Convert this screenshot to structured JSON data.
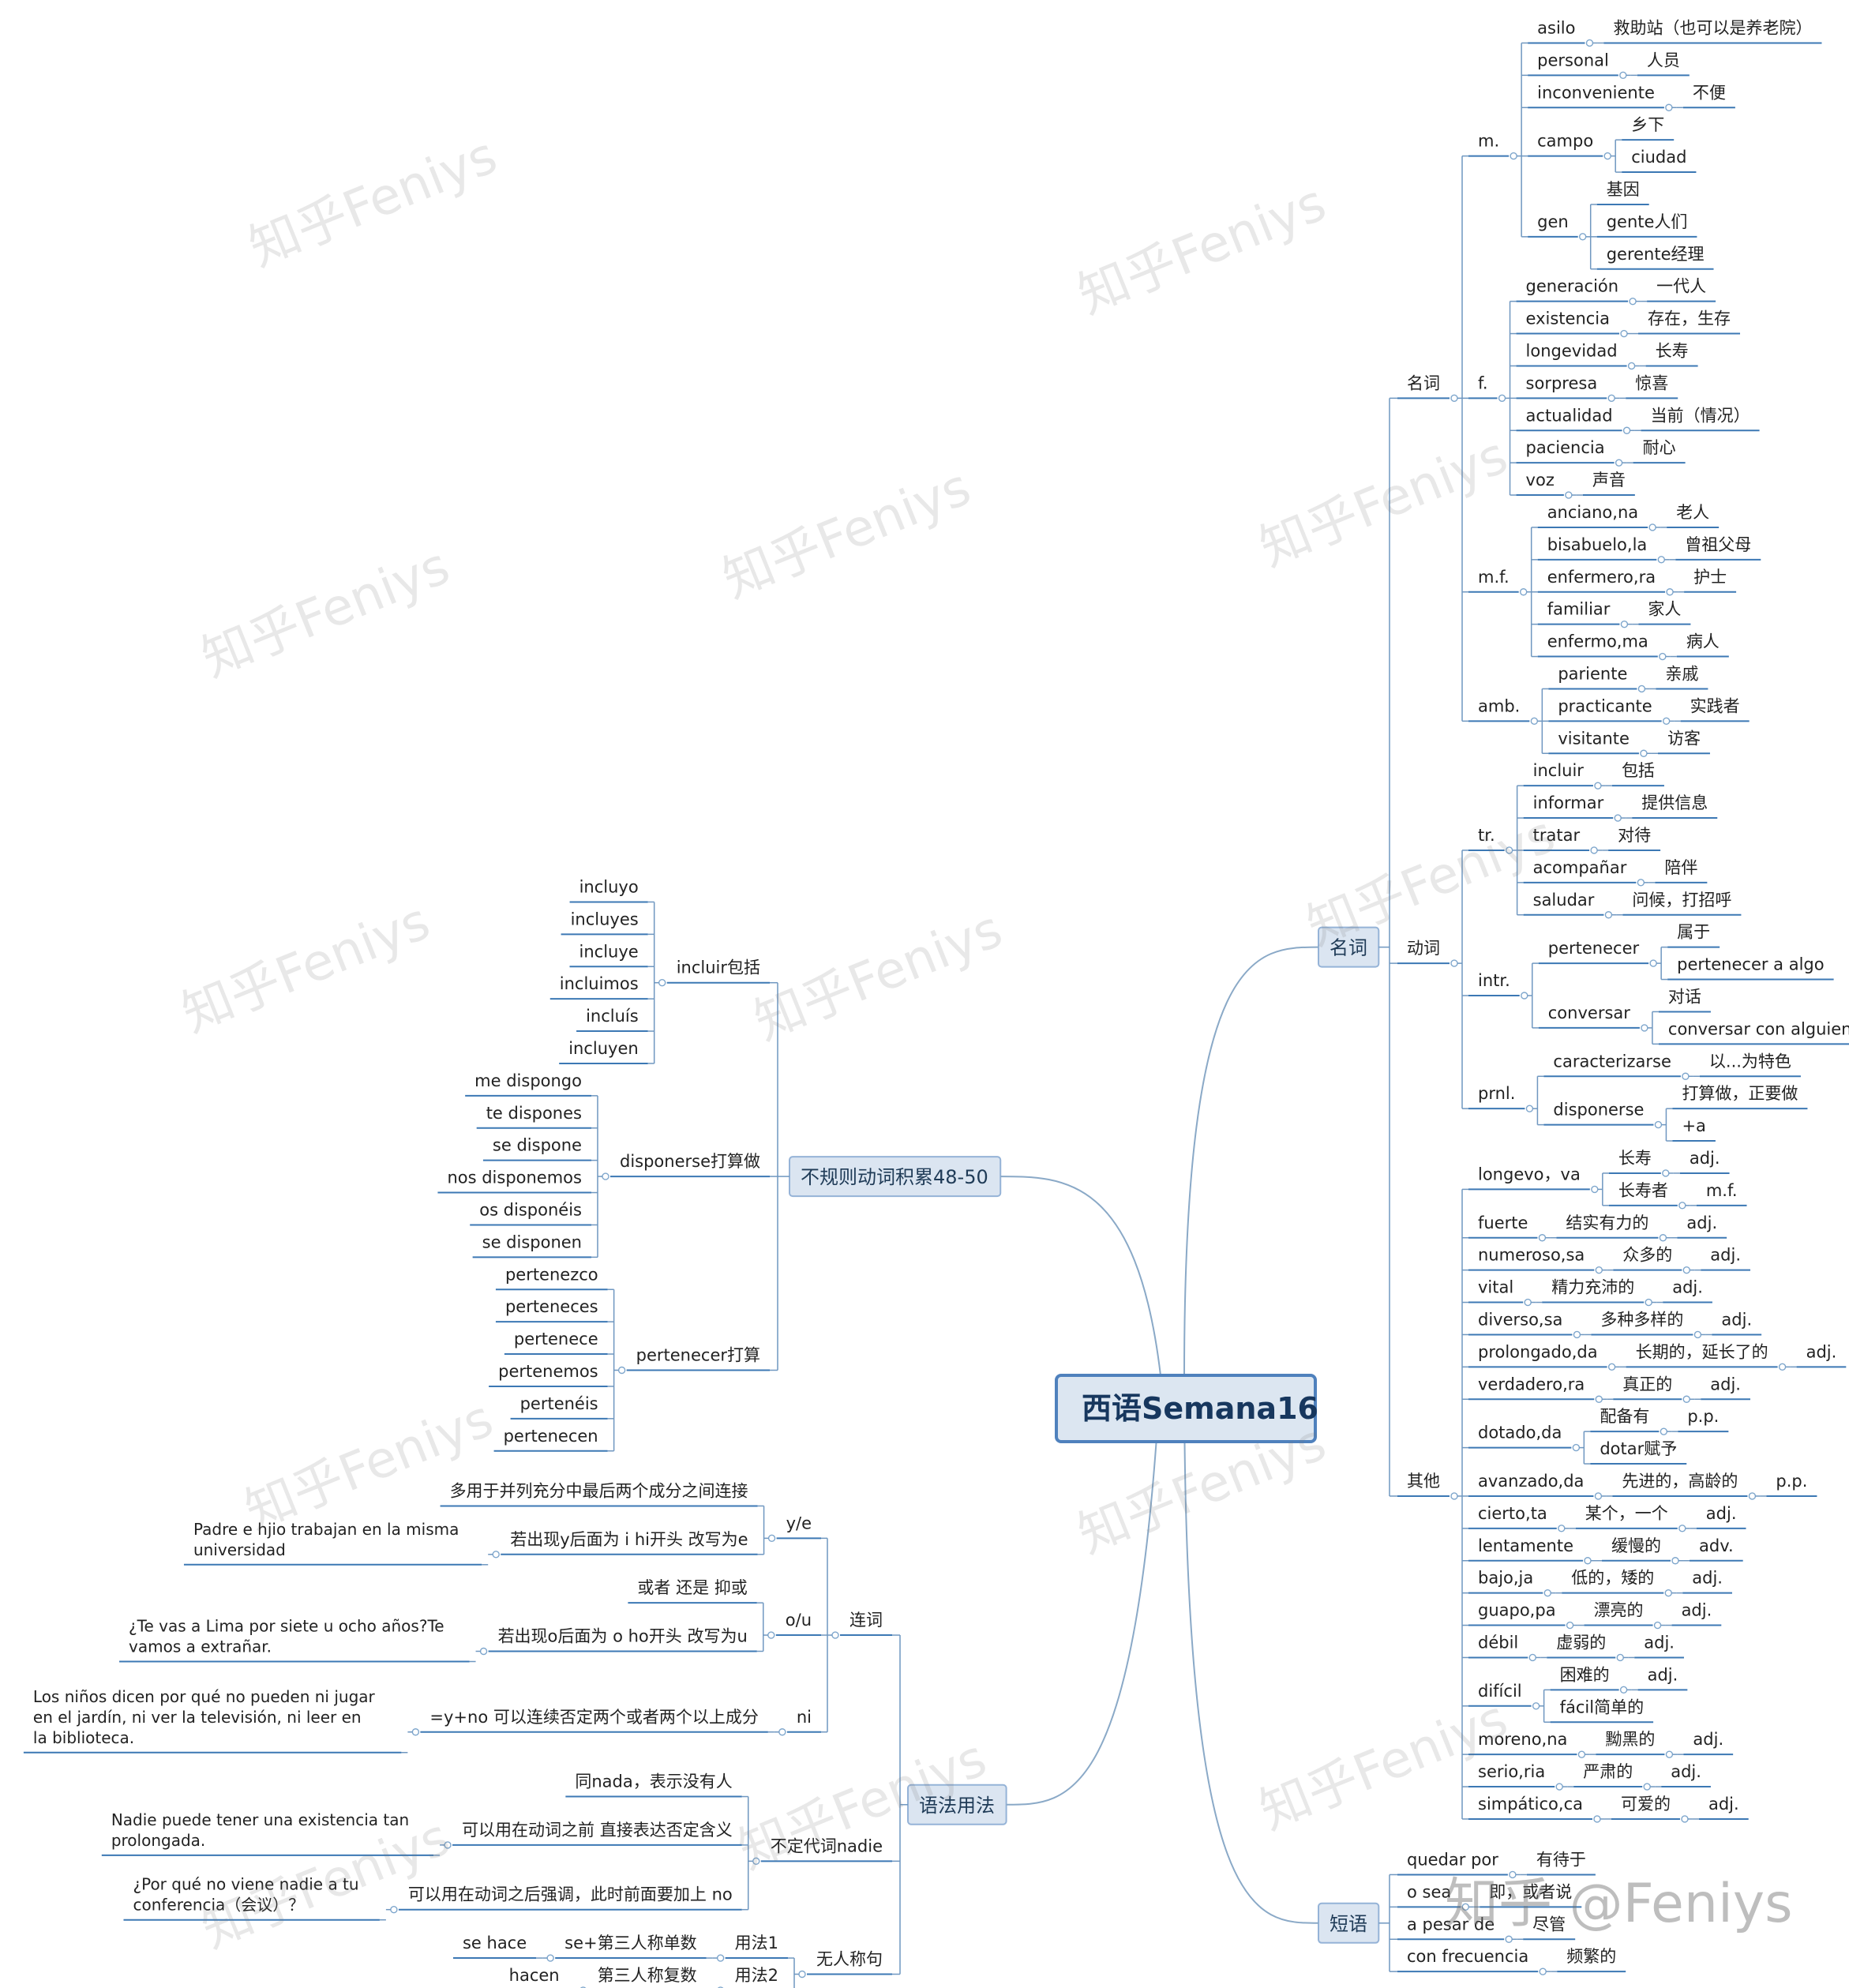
{
  "root": "西语Semana16",
  "right": [
    {
      "label": "名词",
      "children": [
        {
          "label": "名词",
          "children": [
            {
              "label": "m.",
              "children": [
                {
                  "label": "asilo",
                  "children": [
                    {
                      "label": "救助站（也可以是养老院）"
                    }
                  ]
                },
                {
                  "label": "personal",
                  "children": [
                    {
                      "label": "人员"
                    }
                  ]
                },
                {
                  "label": "inconveniente",
                  "children": [
                    {
                      "label": "不便"
                    }
                  ]
                },
                {
                  "label": "campo",
                  "children": [
                    {
                      "label": "乡下"
                    },
                    {
                      "label": "ciudad"
                    }
                  ]
                },
                {
                  "label": "gen",
                  "children": [
                    {
                      "label": "基因"
                    },
                    {
                      "label": "gente人们"
                    },
                    {
                      "label": "gerente经理"
                    }
                  ]
                }
              ]
            },
            {
              "label": "f.",
              "children": [
                {
                  "label": "generación",
                  "children": [
                    {
                      "label": "一代人"
                    }
                  ]
                },
                {
                  "label": "existencia",
                  "children": [
                    {
                      "label": "存在，生存"
                    }
                  ]
                },
                {
                  "label": "longevidad",
                  "children": [
                    {
                      "label": "长寿"
                    }
                  ]
                },
                {
                  "label": "sorpresa",
                  "children": [
                    {
                      "label": "惊喜"
                    }
                  ]
                },
                {
                  "label": "actualidad",
                  "children": [
                    {
                      "label": "当前（情况）"
                    }
                  ]
                },
                {
                  "label": "paciencia",
                  "children": [
                    {
                      "label": "耐心"
                    }
                  ]
                },
                {
                  "label": "voz",
                  "children": [
                    {
                      "label": "声音"
                    }
                  ]
                }
              ]
            },
            {
              "label": "m.f.",
              "children": [
                {
                  "label": "anciano,na",
                  "children": [
                    {
                      "label": "老人"
                    }
                  ]
                },
                {
                  "label": "bisabuelo,la",
                  "children": [
                    {
                      "label": "曾祖父母"
                    }
                  ]
                },
                {
                  "label": "enfermero,ra",
                  "children": [
                    {
                      "label": "护士"
                    }
                  ]
                },
                {
                  "label": "familiar",
                  "children": [
                    {
                      "label": "家人"
                    }
                  ]
                },
                {
                  "label": "enfermo,ma",
                  "children": [
                    {
                      "label": "病人"
                    }
                  ]
                }
              ]
            },
            {
              "label": "amb.",
              "children": [
                {
                  "label": "pariente",
                  "children": [
                    {
                      "label": "亲戚"
                    }
                  ]
                },
                {
                  "label": "practicante",
                  "children": [
                    {
                      "label": "实践者"
                    }
                  ]
                },
                {
                  "label": "visitante",
                  "children": [
                    {
                      "label": "访客"
                    }
                  ]
                }
              ]
            }
          ]
        },
        {
          "label": "动词",
          "children": [
            {
              "label": "tr.",
              "children": [
                {
                  "label": "incluir",
                  "children": [
                    {
                      "label": "包括"
                    }
                  ]
                },
                {
                  "label": "informar",
                  "children": [
                    {
                      "label": "提供信息"
                    }
                  ]
                },
                {
                  "label": "tratar",
                  "children": [
                    {
                      "label": "对待"
                    }
                  ]
                },
                {
                  "label": "acompañar",
                  "children": [
                    {
                      "label": "陪伴"
                    }
                  ]
                },
                {
                  "label": "saludar",
                  "children": [
                    {
                      "label": "问候，打招呼"
                    }
                  ]
                }
              ]
            },
            {
              "label": "intr.",
              "children": [
                {
                  "label": "pertenecer",
                  "children": [
                    {
                      "label": "属于"
                    },
                    {
                      "label": "pertenecer a algo"
                    }
                  ]
                },
                {
                  "label": "conversar",
                  "children": [
                    {
                      "label": "对话"
                    },
                    {
                      "label": "conversar con alguien"
                    }
                  ]
                }
              ]
            },
            {
              "label": "prnl.",
              "children": [
                {
                  "label": "caracterizarse",
                  "children": [
                    {
                      "label": "以...为特色"
                    }
                  ]
                },
                {
                  "label": "disponerse",
                  "children": [
                    {
                      "label": "打算做，正要做"
                    },
                    {
                      "label": "+a"
                    }
                  ]
                }
              ]
            }
          ]
        },
        {
          "label": "其他",
          "children": [
            {
              "label": "longevo，va",
              "children": [
                {
                  "label": "长寿",
                  "children": [
                    {
                      "label": "adj."
                    }
                  ]
                },
                {
                  "label": "长寿者",
                  "children": [
                    {
                      "label": "m.f."
                    }
                  ]
                }
              ]
            },
            {
              "label": "fuerte",
              "children": [
                {
                  "label": "结实有力的",
                  "children": [
                    {
                      "label": "adj."
                    }
                  ]
                }
              ]
            },
            {
              "label": "numeroso,sa",
              "children": [
                {
                  "label": "众多的",
                  "children": [
                    {
                      "label": "adj."
                    }
                  ]
                }
              ]
            },
            {
              "label": "vital",
              "children": [
                {
                  "label": "精力充沛的",
                  "children": [
                    {
                      "label": "adj."
                    }
                  ]
                }
              ]
            },
            {
              "label": "diverso,sa",
              "children": [
                {
                  "label": "多种多样的",
                  "children": [
                    {
                      "label": "adj."
                    }
                  ]
                }
              ]
            },
            {
              "label": "prolongado,da",
              "children": [
                {
                  "label": "长期的，延长了的",
                  "children": [
                    {
                      "label": "adj."
                    }
                  ]
                }
              ]
            },
            {
              "label": "verdadero,ra",
              "children": [
                {
                  "label": "真正的",
                  "children": [
                    {
                      "label": "adj."
                    }
                  ]
                }
              ]
            },
            {
              "label": "dotado,da",
              "children": [
                {
                  "label": "配备有",
                  "children": [
                    {
                      "label": "p.p."
                    }
                  ]
                },
                {
                  "label": "dotar赋予"
                }
              ]
            },
            {
              "label": "avanzado,da",
              "children": [
                {
                  "label": "先进的，高龄的",
                  "children": [
                    {
                      "label": "p.p."
                    }
                  ]
                }
              ]
            },
            {
              "label": "cierto,ta",
              "children": [
                {
                  "label": "某个，一个",
                  "children": [
                    {
                      "label": "adj."
                    }
                  ]
                }
              ]
            },
            {
              "label": "lentamente",
              "children": [
                {
                  "label": "缓慢的",
                  "children": [
                    {
                      "label": "adv."
                    }
                  ]
                }
              ]
            },
            {
              "label": "bajo,ja",
              "children": [
                {
                  "label": "低的，矮的",
                  "children": [
                    {
                      "label": "adj."
                    }
                  ]
                }
              ]
            },
            {
              "label": "guapo,pa",
              "children": [
                {
                  "label": "漂亮的",
                  "children": [
                    {
                      "label": "adj."
                    }
                  ]
                }
              ]
            },
            {
              "label": "débil",
              "children": [
                {
                  "label": "虚弱的",
                  "children": [
                    {
                      "label": "adj."
                    }
                  ]
                }
              ]
            },
            {
              "label": "difícil",
              "children": [
                {
                  "label": "困难的",
                  "children": [
                    {
                      "label": "adj."
                    }
                  ]
                },
                {
                  "label": "fácil简单的"
                }
              ]
            },
            {
              "label": "moreno,na",
              "children": [
                {
                  "label": "黝黑的",
                  "children": [
                    {
                      "label": "adj."
                    }
                  ]
                }
              ]
            },
            {
              "label": "serio,ria",
              "children": [
                {
                  "label": "严肃的",
                  "children": [
                    {
                      "label": "adj."
                    }
                  ]
                }
              ]
            },
            {
              "label": "simpático,ca",
              "children": [
                {
                  "label": "可爱的",
                  "children": [
                    {
                      "label": "adj."
                    }
                  ]
                }
              ]
            }
          ]
        }
      ]
    },
    {
      "label": "短语",
      "children": [
        {
          "label": "quedar por",
          "children": [
            {
              "label": "有待于"
            }
          ]
        },
        {
          "label": "o sea",
          "children": [
            {
              "label": "即，或者说"
            }
          ]
        },
        {
          "label": "a pesar de",
          "children": [
            {
              "label": "尽管"
            }
          ]
        },
        {
          "label": "con frecuencia",
          "children": [
            {
              "label": "频繁的"
            }
          ]
        }
      ]
    }
  ],
  "left": [
    {
      "label": "不规则动词积累48-50",
      "children": [
        {
          "label": "incluir包括",
          "children": [
            {
              "label": "incluyo"
            },
            {
              "label": "incluyes"
            },
            {
              "label": "incluye"
            },
            {
              "label": "incluimos"
            },
            {
              "label": "incluís"
            },
            {
              "label": "incluyen"
            }
          ]
        },
        {
          "label": "disponerse打算做",
          "children": [
            {
              "label": "me dispongo"
            },
            {
              "label": "te dispones"
            },
            {
              "label": "se dispone"
            },
            {
              "label": "nos disponemos"
            },
            {
              "label": "os disponéis"
            },
            {
              "label": "se disponen"
            }
          ]
        },
        {
          "label": "pertenecer打算",
          "children": [
            {
              "label": "pertenezco"
            },
            {
              "label": "perteneces"
            },
            {
              "label": "pertenece"
            },
            {
              "label": "pertenemos"
            },
            {
              "label": "pertenéis"
            },
            {
              "label": "pertenecen"
            }
          ]
        }
      ]
    },
    {
      "label": "语法用法",
      "children": [
        {
          "label": "连词",
          "children": [
            {
              "label": "y/e",
              "children": [
                {
                  "label": "多用于并列充分中最后两个成分之间连接"
                },
                {
                  "label": "若出现y后面为 i hi开头 改写为e",
                  "children": [
                    {
                      "label": "Padre e hjio trabajan en la misma universidad"
                    }
                  ]
                }
              ]
            },
            {
              "label": "o/u",
              "children": [
                {
                  "label": "或者 还是 抑或"
                },
                {
                  "label": "若出现o后面为 o ho开头 改写为u",
                  "children": [
                    {
                      "label": "¿Te vas a Lima por siete u ocho años?Te vamos a extrañar."
                    }
                  ]
                }
              ]
            },
            {
              "label": "ni",
              "children": [
                {
                  "label": "=y+no 可以连续否定两个或者两个以上成分",
                  "children": [
                    {
                      "label": "Los niños dicen por qué no pueden ni jugar en el jardín, ni ver la televisión, ni leer en la biblioteca."
                    }
                  ]
                }
              ]
            }
          ]
        },
        {
          "label": "不定代词nadie",
          "children": [
            {
              "label": "同nada，表示没有人"
            },
            {
              "label": "可以用在动词之前 直接表达否定含义",
              "children": [
                {
                  "label": "Nadie puede tener una existencia tan prolongada."
                }
              ]
            },
            {
              "label": "可以用在动词之后强调，此时前面要加上 no",
              "children": [
                {
                  "label": "¿Por qué no viene nadie a tu conferencia（会议）？"
                }
              ]
            }
          ]
        },
        {
          "label": "无人称句",
          "children": [
            {
              "label": "用法1",
              "children": [
                {
                  "label": "se+第三人称单数",
                  "children": [
                    {
                      "label": "se hace"
                    }
                  ]
                }
              ]
            },
            {
              "label": "用法2",
              "children": [
                {
                  "label": "第三人称复数",
                  "children": [
                    {
                      "label": "hacen"
                    }
                  ]
                }
              ]
            }
          ]
        }
      ]
    }
  ],
  "watermark": "知乎Feniys",
  "signature": "知乎 @Feniys",
  "colors": {
    "line": "#3c78b4",
    "rootFill": "#dce6f1",
    "rootStroke": "#4f81bd",
    "branchFill": "#dbe5f1",
    "branchStroke": "#95b3d7",
    "text": "#222222"
  }
}
